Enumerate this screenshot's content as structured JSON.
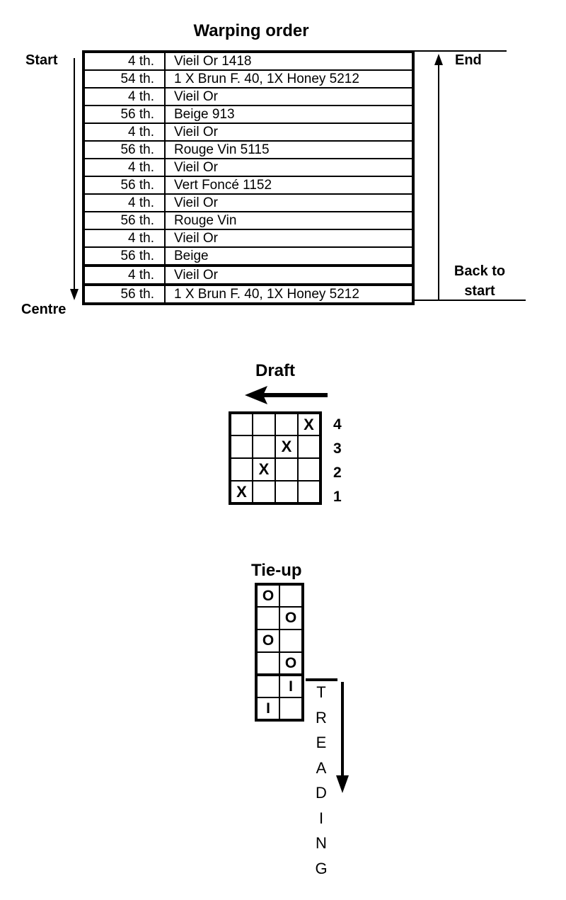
{
  "warping": {
    "title": "Warping order",
    "start_label": "Start",
    "centre_label": "Centre",
    "end_label": "End",
    "back_label_line1": "Back to",
    "back_label_line2": "start",
    "rows": [
      {
        "count": "4 th.",
        "color": "Vieil Or 1418"
      },
      {
        "count": "54 th.",
        "color": "1 X Brun F. 40, 1X Honey 5212"
      },
      {
        "count": "4 th.",
        "color": "Vieil Or"
      },
      {
        "count": "56 th.",
        "color": "Beige 913"
      },
      {
        "count": "4 th.",
        "color": "Vieil Or"
      },
      {
        "count": "56 th.",
        "color": "Rouge Vin 5115"
      },
      {
        "count": "4 th.",
        "color": "Vieil Or"
      },
      {
        "count": "56 th.",
        "color": "Vert Foncé 1152"
      },
      {
        "count": "4 th.",
        "color": "Vieil Or"
      },
      {
        "count": "56 th.",
        "color": "Rouge Vin"
      },
      {
        "count": "4 th.",
        "color": "Vieil Or"
      },
      {
        "count": "56 th.",
        "color": "Beige"
      },
      {
        "count": "4 th.",
        "color": "Vieil Or"
      },
      {
        "count": "56 th.",
        "color": "1 X Brun F. 40, 1X Honey 5212"
      }
    ]
  },
  "draft": {
    "title": "Draft",
    "shafts": [
      "4",
      "3",
      "2",
      "1"
    ],
    "grid": [
      [
        "",
        "",
        "",
        "X"
      ],
      [
        "",
        "",
        "X",
        ""
      ],
      [
        "",
        "X",
        "",
        ""
      ],
      [
        "X",
        "",
        "",
        ""
      ]
    ]
  },
  "tieup": {
    "title": "Tie-up",
    "grid": [
      [
        "O",
        ""
      ],
      [
        "",
        "O"
      ],
      [
        "O",
        ""
      ],
      [
        "",
        "O"
      ],
      [
        "",
        "I"
      ],
      [
        "I",
        ""
      ]
    ],
    "treading_letters": [
      "T",
      "R",
      "E",
      "A",
      "D",
      "I",
      "N",
      "G"
    ]
  }
}
